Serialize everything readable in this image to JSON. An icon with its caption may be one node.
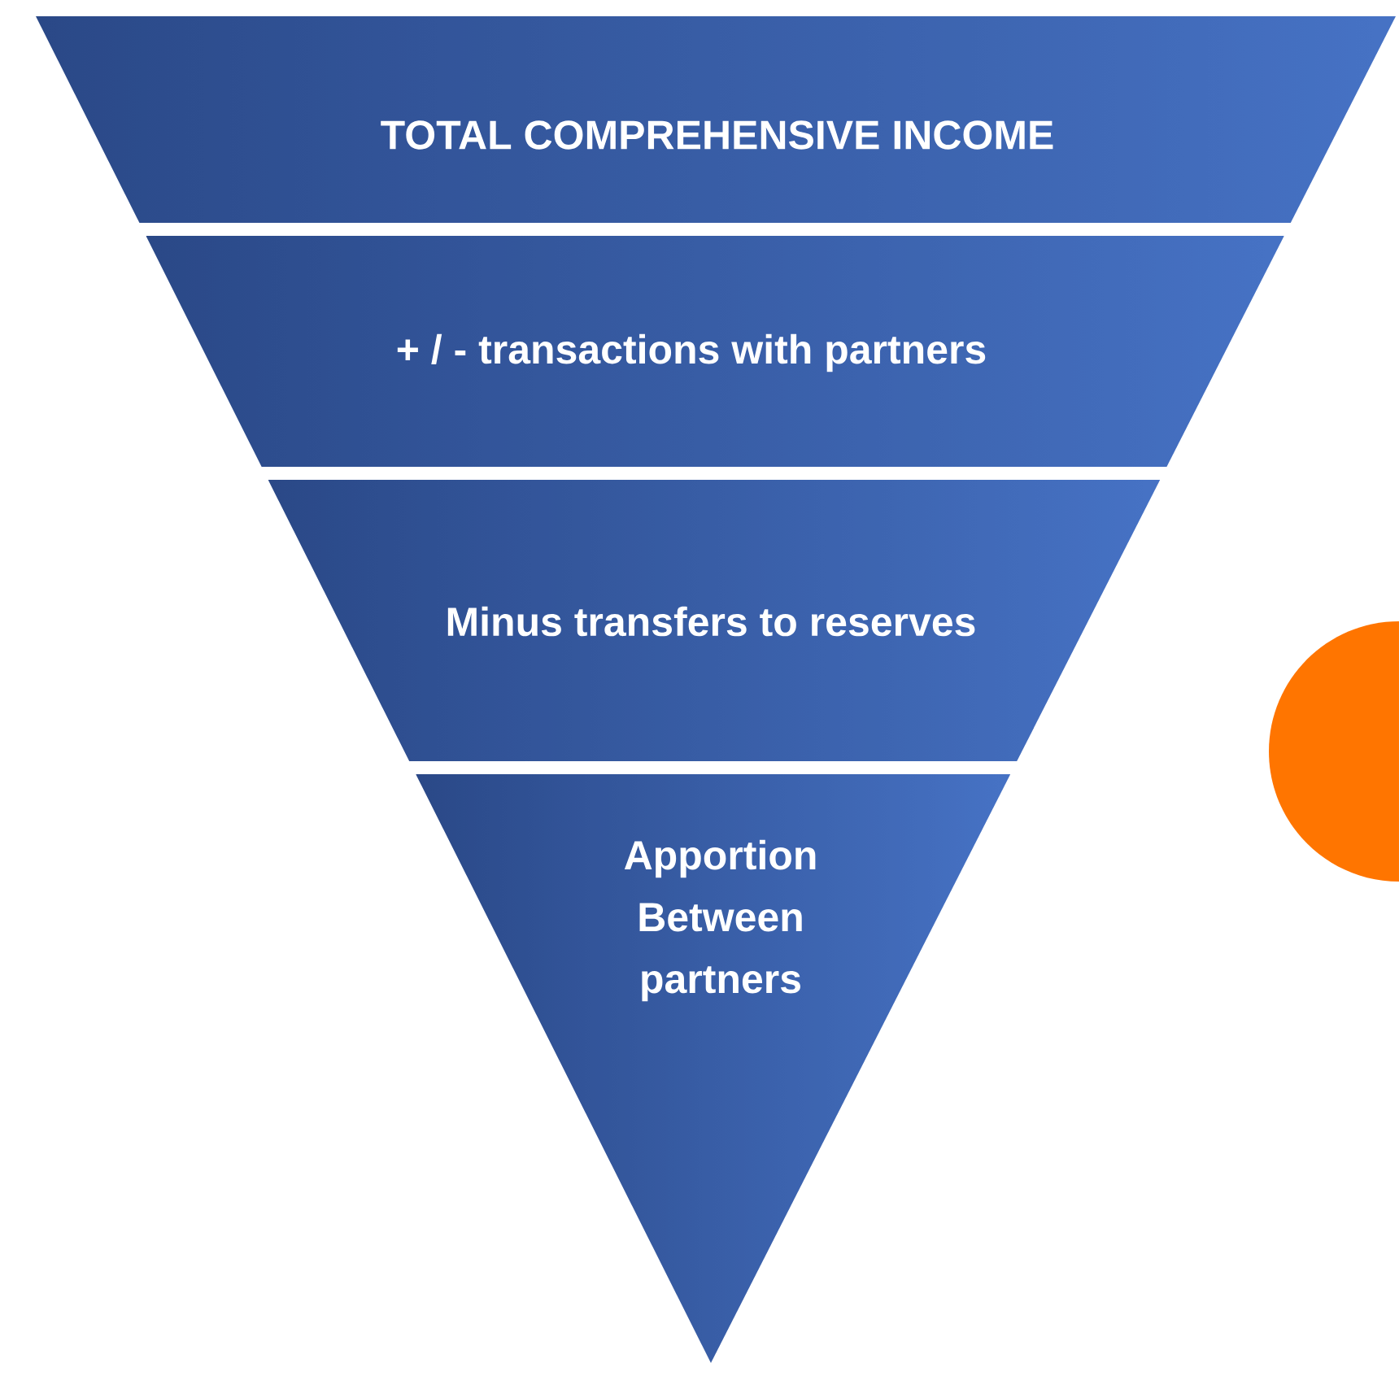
{
  "diagram": {
    "nodes": [
      {
        "text": [
          "TOTAL COMPREHENSIVE INCOME"
        ]
      },
      {
        "text": [
          "+ / - transactions with partners"
        ]
      },
      {
        "text": [
          "Minus transfers to reserves"
        ]
      },
      {
        "text": [
          "Apportion Between partners"
        ]
      }
    ]
  }
}
